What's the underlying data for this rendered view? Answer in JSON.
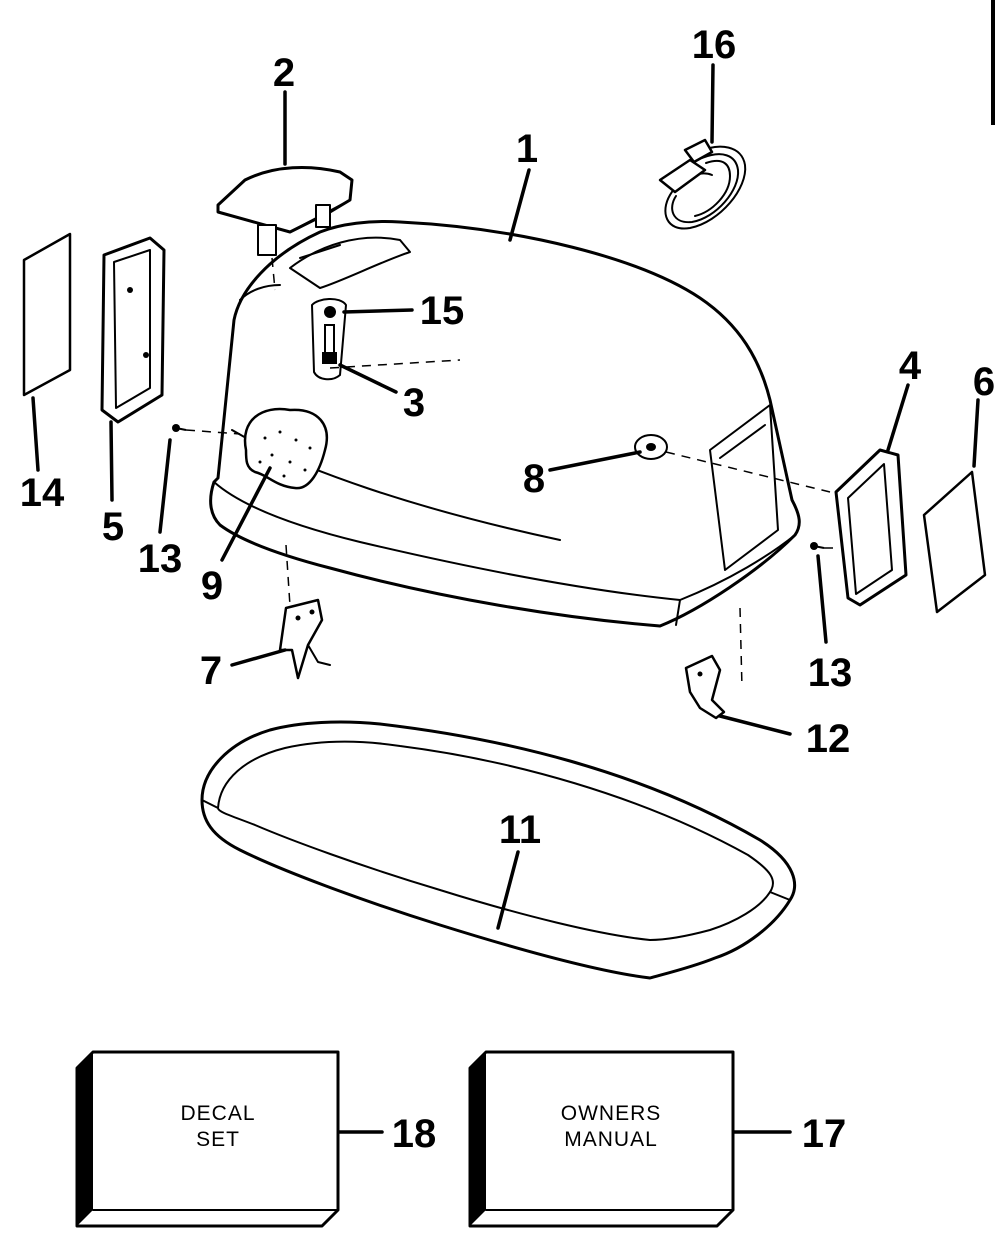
{
  "callouts": {
    "c1": "1",
    "c2": "2",
    "c3": "3",
    "c4": "4",
    "c5": "5",
    "c6": "6",
    "c7": "7",
    "c8": "8",
    "c9": "9",
    "c11": "11",
    "c12": "12",
    "c13_left": "13",
    "c13_right": "13",
    "c14": "14",
    "c15": "15",
    "c16": "16",
    "c17": "17",
    "c18": "18"
  },
  "boxes": {
    "decal_line1": "DECAL",
    "decal_line2": "SET",
    "owners_line1": "OWNERS",
    "owners_line2": "MANUAL"
  }
}
